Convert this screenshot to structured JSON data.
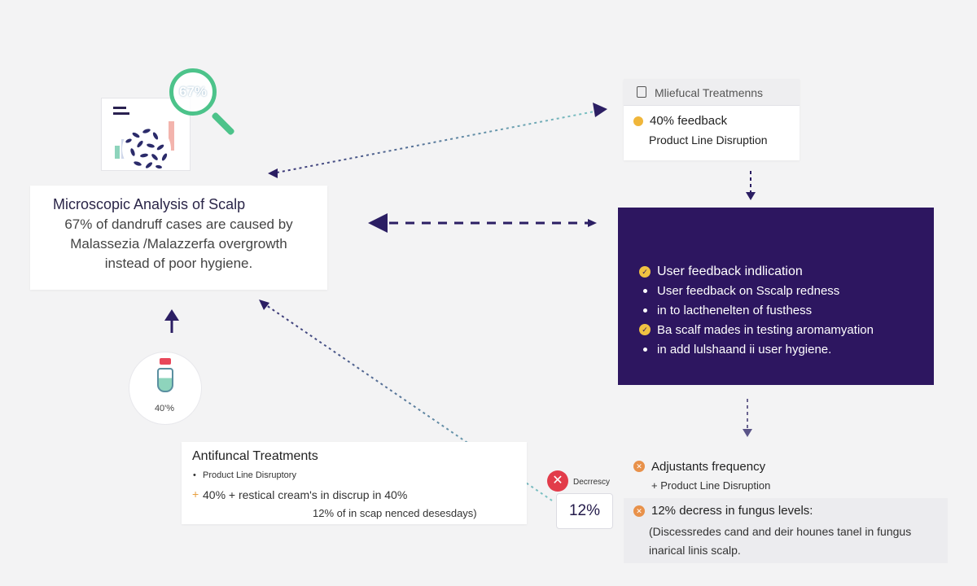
{
  "microscope": {
    "magnifier_percent": "67%"
  },
  "analysis": {
    "title": "Microscopic Analysis of Scalp",
    "lines": [
      "67% of dandruff cases are caused by",
      "Malassezia /Malazzerfa overgrowth",
      "instead of poor hygiene."
    ]
  },
  "bottle": {
    "percent": "40'%"
  },
  "treat_top": {
    "header": "Mliefucal Treatmenns",
    "line1": "40% feedback",
    "line2": "Product Line Disruption"
  },
  "feedback": {
    "items": [
      {
        "kind": "badge",
        "text": "User feedback indlication"
      },
      {
        "kind": "bullet",
        "text": "User feedback on Sscalp redness"
      },
      {
        "kind": "bullet",
        "text": "in to lacthenelten of fusthess"
      },
      {
        "kind": "badge",
        "text": "Ba scalf mades in testing aromamyation"
      },
      {
        "kind": "bullet",
        "text": "in add lulshaand ii user hygiene."
      }
    ]
  },
  "antifungal": {
    "title": "Antifuncal Treatments",
    "line1": "Product Line Disruptory",
    "line2": "40% + restical cream's in discrup in 40%",
    "line3": "12% of in scap nenced desesdays)"
  },
  "decrease": {
    "label": "Decrrescy",
    "percent": "12%"
  },
  "adjust": {
    "title": "Adjustants frequency",
    "sub": "+ Product Line Disruption"
  },
  "fungus": {
    "title": "12% decress in fungus levels:",
    "line1": "(Discessredes cand and deir hounes tanel in fungus",
    "line2": "inarical linis scalp."
  },
  "colors": {
    "accent_purple": "#2d1660",
    "green": "#4cc38a",
    "yellow": "#f0c242",
    "orange": "#e8914a",
    "red": "#e23c4a"
  },
  "icons": [
    "magnifier-icon",
    "bottle-icon",
    "clipboard-icon",
    "close-icon"
  ]
}
